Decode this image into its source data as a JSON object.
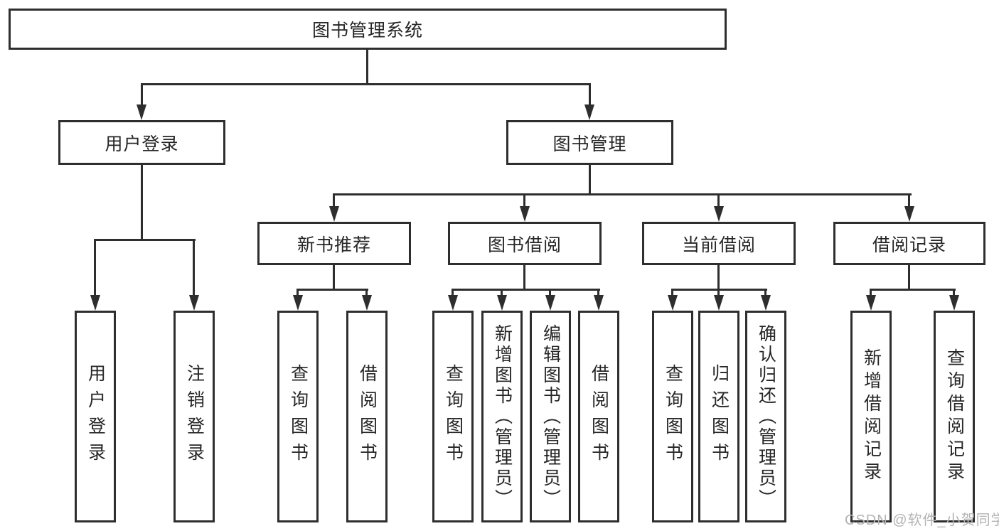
{
  "tree": {
    "root": {
      "label": "图书管理系统"
    },
    "branches": [
      {
        "label": "用户登录",
        "children": [
          {
            "label": "用户登录"
          },
          {
            "label": "注销登录"
          }
        ]
      },
      {
        "label": "图书管理",
        "children": [
          {
            "label": "新书推荐",
            "children": [
              {
                "label": "查询图书"
              },
              {
                "label": "借阅图书"
              }
            ]
          },
          {
            "label": "图书借阅",
            "children": [
              {
                "label": "查询图书"
              },
              {
                "label": "新增图书（管理员）"
              },
              {
                "label": "编辑图书（管理员）"
              },
              {
                "label": "借阅图书"
              }
            ]
          },
          {
            "label": "当前借阅",
            "children": [
              {
                "label": "查询图书"
              },
              {
                "label": "归还图书"
              },
              {
                "label": "确认归还（管理员）"
              }
            ]
          },
          {
            "label": "借阅记录",
            "children": [
              {
                "label": "新增借阅记录"
              },
              {
                "label": "查询借阅记录"
              }
            ]
          }
        ]
      }
    ]
  },
  "watermark": "CSDN @软件_小贺同学",
  "colors": {
    "line": "#2e2e2e",
    "text": "#262626",
    "watermark": "#b3b3b3",
    "background": "#ffffff"
  }
}
